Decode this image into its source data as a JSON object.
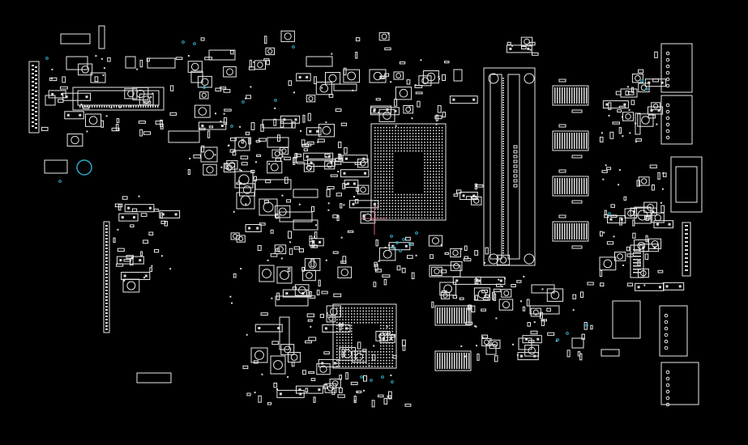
{
  "canvas": {
    "background": "#000000",
    "outline_color": "#e8e8e8",
    "pad_color": "#dcdcdc",
    "via_color": "#2aa8c8",
    "cursor_color": "#c86a7a"
  },
  "view": {
    "type": "pcb-boardview",
    "layer": "component-outline",
    "text_visible": false
  },
  "icons": {
    "cursor": "crosshair-cursor",
    "mount_hole": "circle-mount-hole"
  }
}
